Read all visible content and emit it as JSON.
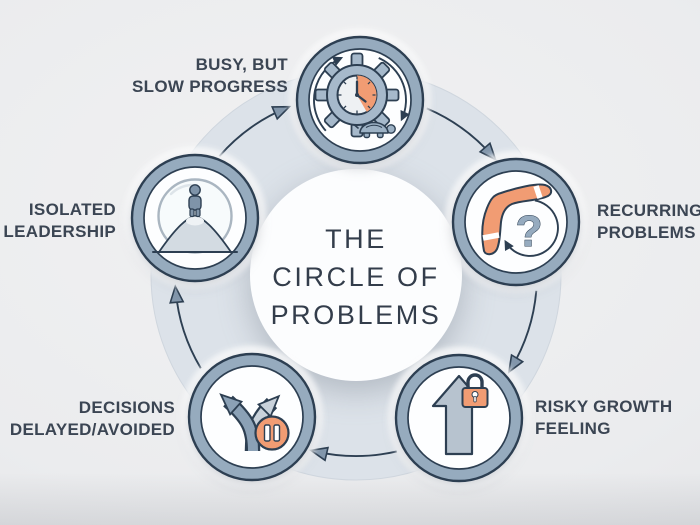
{
  "center": {
    "title": "THE\nCIRCLE OF\nPROBLEMS"
  },
  "nodes": [
    {
      "position": "top",
      "label": "BUSY, BUT\nSLOW PROGRESS",
      "icon": "gear-clock-turtle-icon"
    },
    {
      "position": "right",
      "label": "RECURRING\nPROBLEMS",
      "icon": "boomerang-question-icon"
    },
    {
      "position": "bottom-right",
      "label": "RISKY GROWTH\nFEELING",
      "icon": "locked-growth-arrow-icon"
    },
    {
      "position": "bottom-left",
      "label": "DECISIONS\nDELAYED/AVOIDED",
      "icon": "forked-arrows-pause-icon"
    },
    {
      "position": "left",
      "label": "ISOLATED\nLEADERSHIP",
      "icon": "person-under-dome-icon"
    }
  ],
  "flow": {
    "direction": "clockwise",
    "segments": 5
  },
  "glyphs": {
    "question_mark": "?"
  },
  "colors": {
    "accent_orange": "#F19C73",
    "node_ring": "#96ABBE",
    "outline": "#2D3F52",
    "disc_fill": "#DCE2E9",
    "background": "#ECEDEE",
    "label_text": "#3B4553",
    "title_text": "#333D4B"
  }
}
